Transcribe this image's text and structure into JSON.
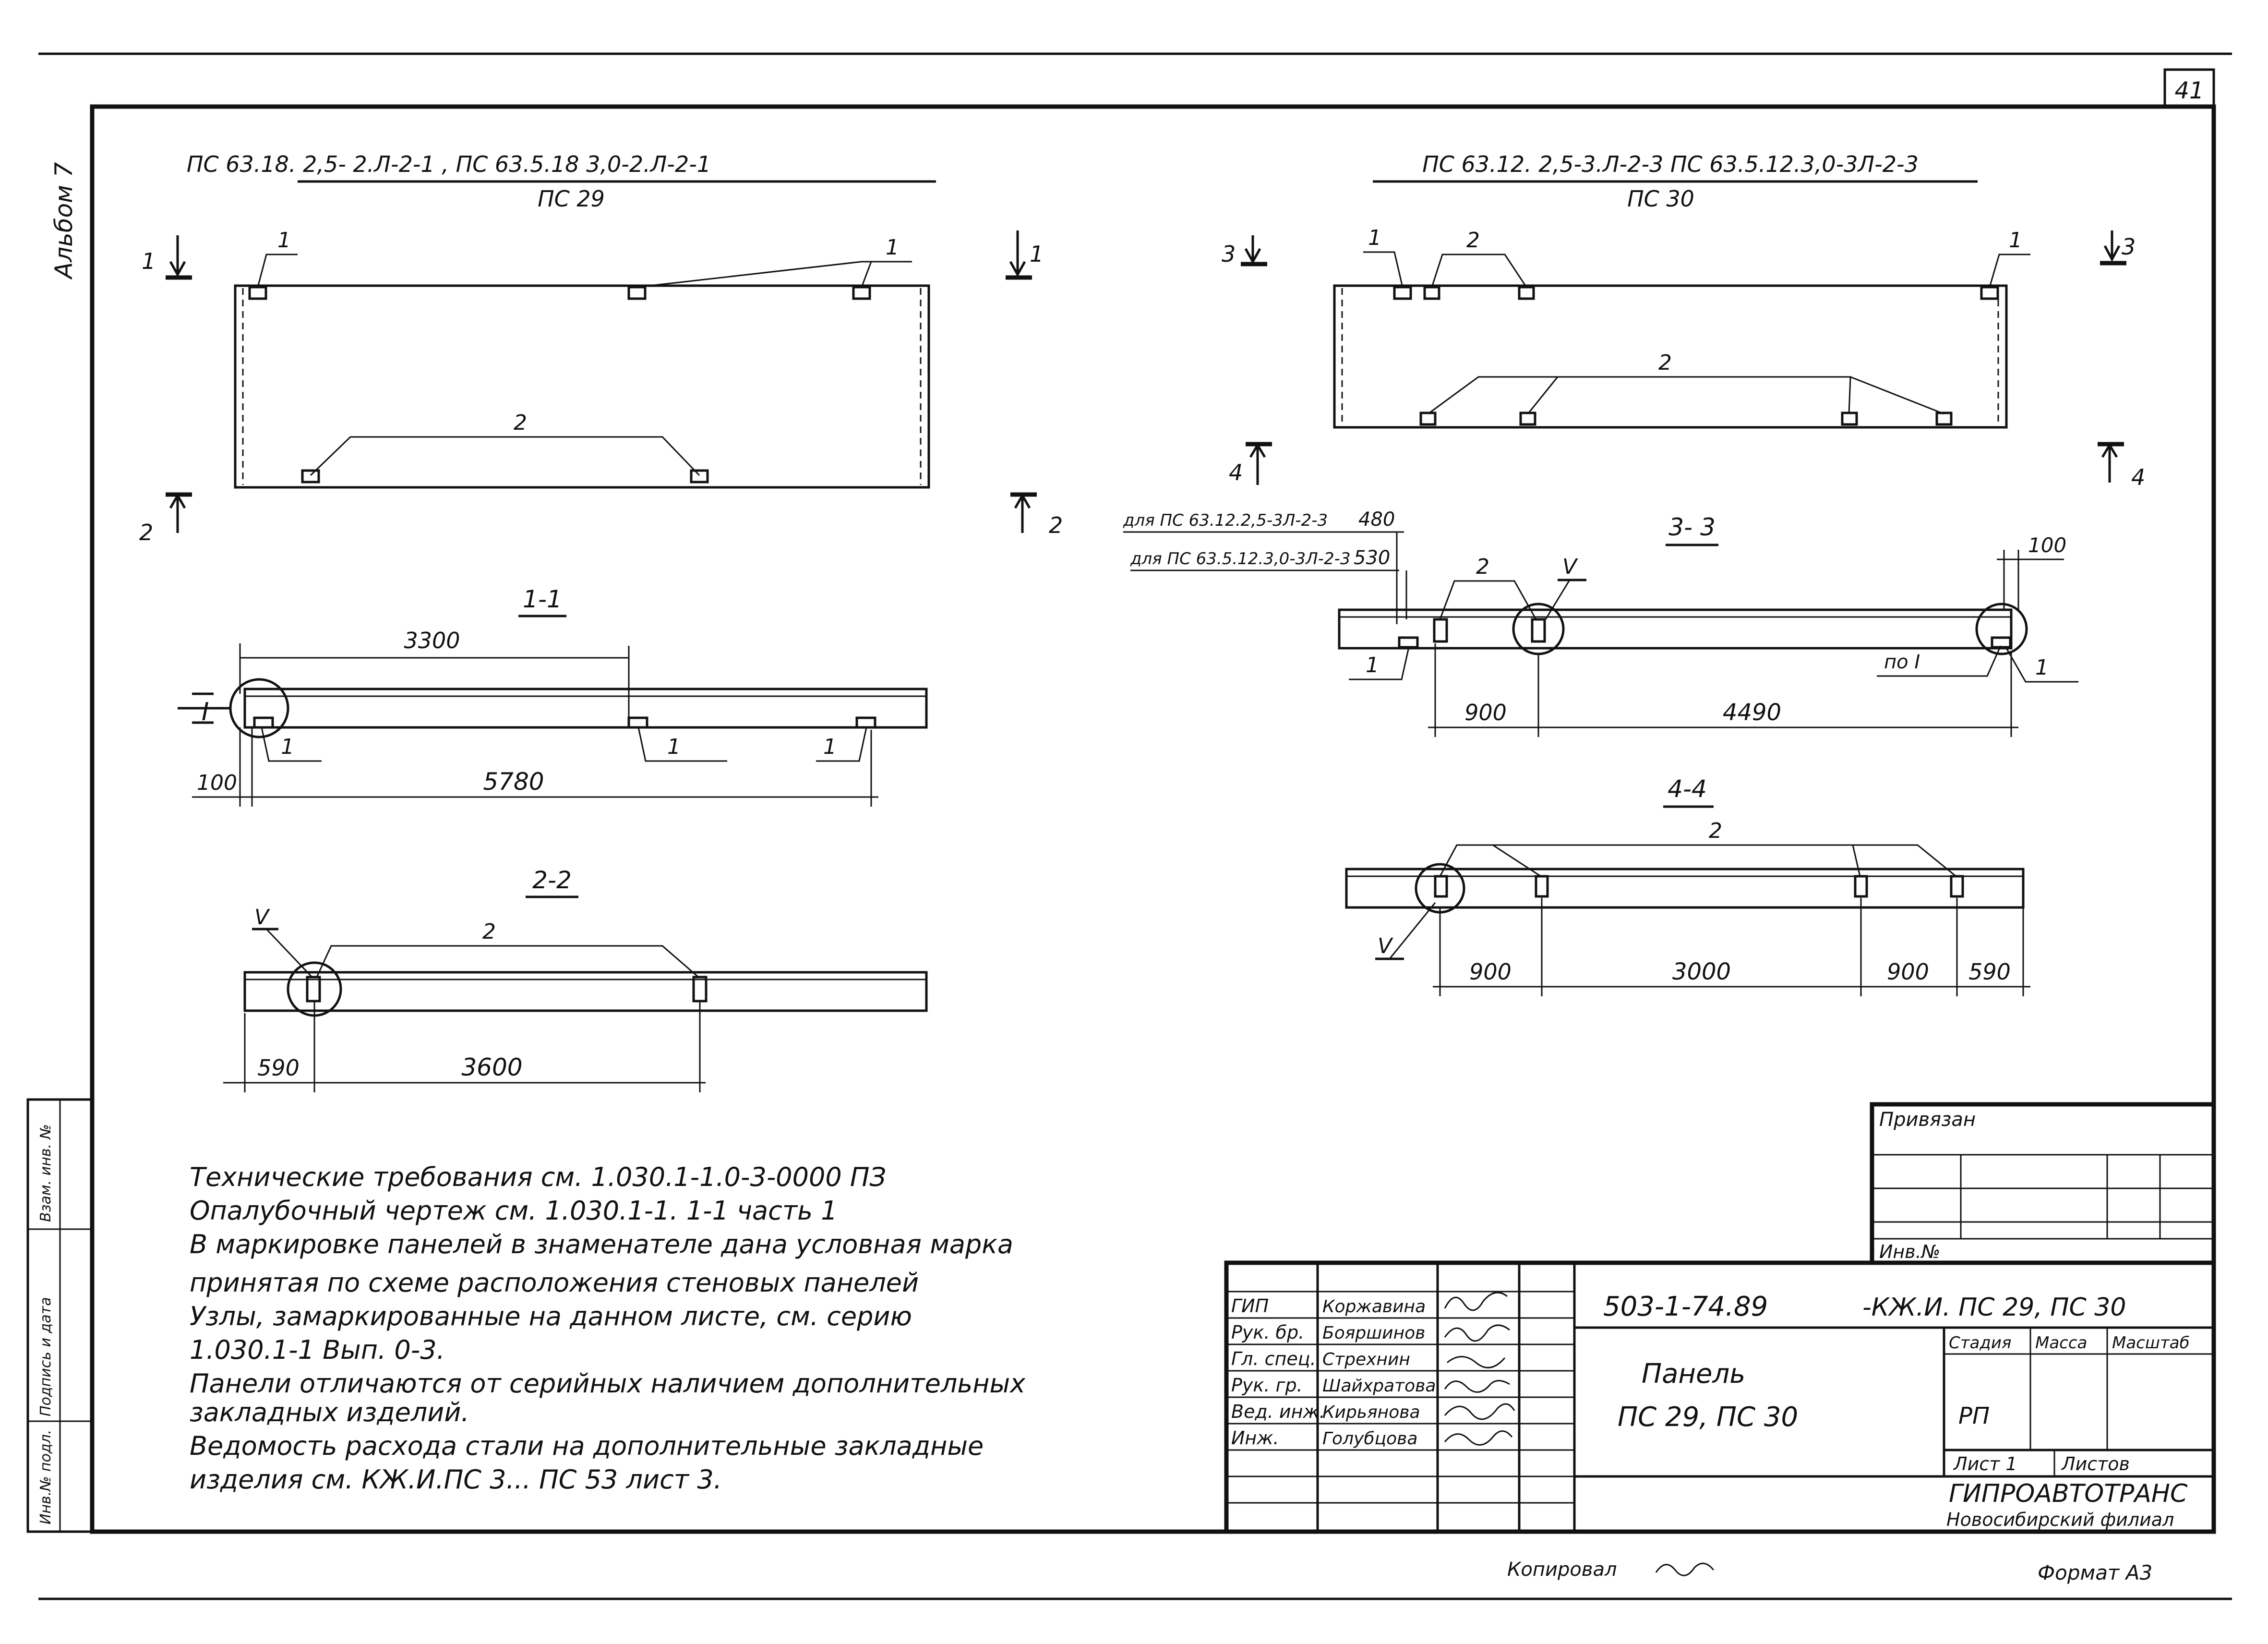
{
  "sheet": {
    "page_number": "41",
    "album": "Альбом 7",
    "side_stamp": [
      "Инв.№ подл.",
      "Подпись и дата",
      "Взам. инв. №"
    ],
    "copied_by": "Копировал",
    "format": "Формат А3"
  },
  "left_view": {
    "title_line1": "ПС 63.18. 2,5- 2.Л-2-1 , ПС 63.5.18 3,0-2.Л-2-1",
    "title_line2": "ПС 29",
    "cut_left_top": "1",
    "cut_right_top": "1",
    "cut_left_bottom": "2",
    "cut_right_bottom": "2",
    "callout_1a": "1",
    "callout_1b": "1",
    "callout_2": "2"
  },
  "right_view": {
    "title_line1": "ПС 63.12. 2,5-3.Л-2-3 ПС 63.5.12.3,0-3Л-2-3",
    "title_line2": "ПС 30",
    "cut_left_top": "3",
    "cut_right_top": "3",
    "cut_left_bottom": "4",
    "cut_right_bottom": "4",
    "callout_1a": "1",
    "callout_2a": "2",
    "callout_1b": "1",
    "callout_2b": "2"
  },
  "section_1_1": {
    "title": "1-1",
    "node_mark": "I",
    "dim_3300": "3300",
    "dim_100": "100",
    "dim_5780": "5780",
    "callout_a": "1",
    "callout_b": "1",
    "callout_c": "1"
  },
  "section_2_2": {
    "title": "2-2",
    "node_mark": "V",
    "callout": "2",
    "dim_590": "590",
    "dim_3600": "3600"
  },
  "section_3_3": {
    "title": "3- 3",
    "note_a_label": "для ПС 63.12.2,5-3Л-2-3",
    "note_a_value": "480",
    "note_b_label": "для ПС 63.5.12.3,0-3Л-2-3",
    "note_b_value": "530",
    "callout_2": "2",
    "node_mark": "V",
    "dim_100": "100",
    "callout_1_left": "1",
    "node_ref": "по I",
    "callout_1_right": "1",
    "dim_900": "900",
    "dim_4490": "4490"
  },
  "section_4_4": {
    "title": "4-4",
    "callout_2": "2",
    "node_mark": "V",
    "dim_900a": "900",
    "dim_3000": "3000",
    "dim_900b": "900",
    "dim_590": "590"
  },
  "notes": [
    "Технические требования см. 1.030.1-1.0-3-0000 ПЗ",
    "Опалубочный чертеж см. 1.030.1-1. 1-1 часть 1",
    "В маркировке панелей в знаменателе дана условная марка",
    "принятая по схеме расположения стеновых панелей",
    "Узлы, замаркированные на данном листе, см. серию",
    "1.030.1-1 Вып. 0-3.",
    "Панели отличаются от серийных наличием дополнительных",
    "закладных изделий.",
    "Ведомость расхода стали на дополнительные закладные",
    "изделия см. КЖ.И.ПС 3... ПС 53 лист 3."
  ],
  "title_block": {
    "privyazan": "Привязан",
    "inv_no": "Инв.№",
    "roles": [
      "ГИП",
      "Рук. бр.",
      "Гл. спец.",
      "Рук. гр.",
      "Вед. инж.",
      "Инж."
    ],
    "names": [
      "Коржавина",
      "Бояршинов",
      "Стрехнин",
      "Шайхратова",
      "Кирьянова",
      "Голубцова"
    ],
    "document_code": "503-1-74.89",
    "document_suffix": "-КЖ.И. ПС 29, ПС 30",
    "name_line1": "Панель",
    "name_line2": "ПС 29, ПС 30",
    "stage_header": "Стадия",
    "mass_header": "Масса",
    "scale_header": "Масштаб",
    "stage_value": "РП",
    "sheet_label": "Лист 1",
    "sheets_label": "Листов",
    "org_name": "ГИПРОАВТОТРАНС",
    "org_branch": "Новосибирский филиал"
  }
}
